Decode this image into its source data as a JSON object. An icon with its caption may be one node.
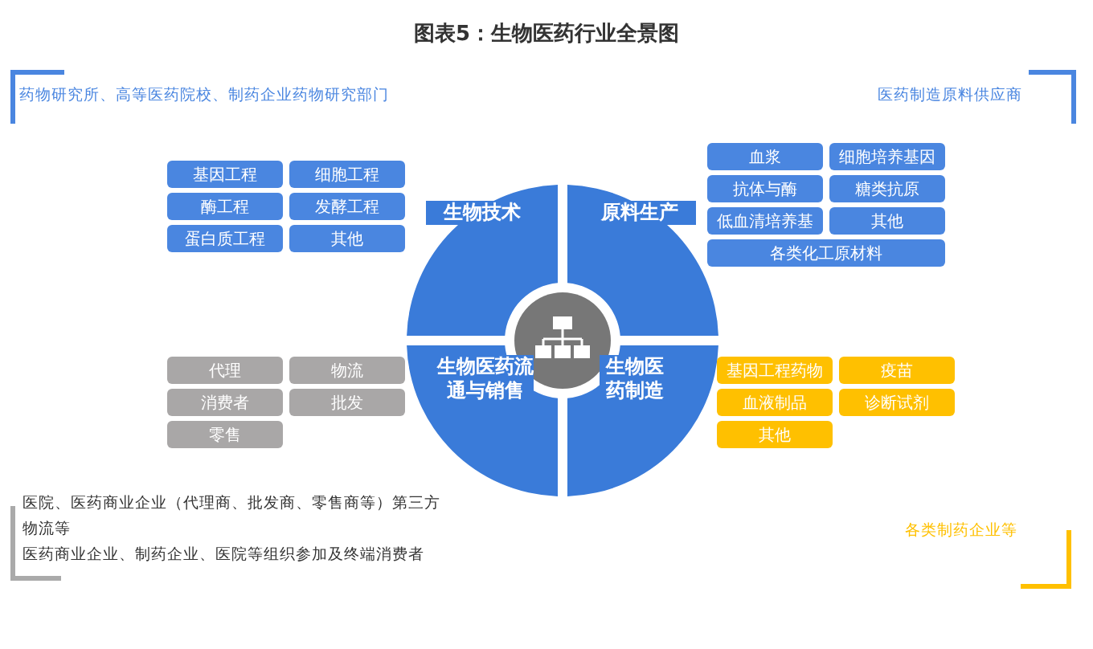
{
  "diagram": {
    "title": "图表5：生物医药行业全景图",
    "nodes": [
      {
        "text": [
          "生物技术"
        ]
      },
      {
        "text": [
          "原料生产"
        ]
      },
      {
        "text": [
          "生物医药流通与销售"
        ]
      },
      {
        "text": [
          "生物医药制造"
        ]
      },
      {
        "text": [],
        "shape": "circle"
      },
      {
        "text": [
          "基因工程"
        ]
      },
      {
        "text": [
          "细胞工程"
        ]
      },
      {
        "text": [
          "酶工程"
        ]
      },
      {
        "text": [
          "发酵工程"
        ]
      },
      {
        "text": [
          "蛋白质工程"
        ]
      },
      {
        "text": [
          "其他"
        ]
      },
      {
        "text": [
          "血浆"
        ]
      },
      {
        "text": [
          "细胞培养基因"
        ]
      },
      {
        "text": [
          "抗体与酶"
        ]
      },
      {
        "text": [
          "糖类抗原"
        ]
      },
      {
        "text": [
          "低血清培养基"
        ]
      },
      {
        "text": [
          "其他"
        ]
      },
      {
        "text": [
          "各类化工原材料"
        ]
      },
      {
        "text": [
          "代理"
        ]
      },
      {
        "text": [
          "物流"
        ]
      },
      {
        "text": [
          "消费者"
        ]
      },
      {
        "text": [
          "批发"
        ]
      },
      {
        "text": [
          "零售"
        ]
      },
      {
        "text": [
          "基因工程药物"
        ]
      },
      {
        "text": [
          "疫苗"
        ]
      },
      {
        "text": [
          "血液制品"
        ]
      },
      {
        "text": [
          "诊断试剂"
        ]
      },
      {
        "text": [
          "其他"
        ]
      }
    ],
    "labels": [
      "药物研究所、高等医药院校、制药企业药物研究部门",
      "医药制造原料供应商",
      "医院、医药商业企业（代理商、批发商、零售商等）第三方物流等",
      "医药商业企业、制药企业、医院等组织参加及终端消费者",
      "各类制药企业等"
    ]
  }
}
